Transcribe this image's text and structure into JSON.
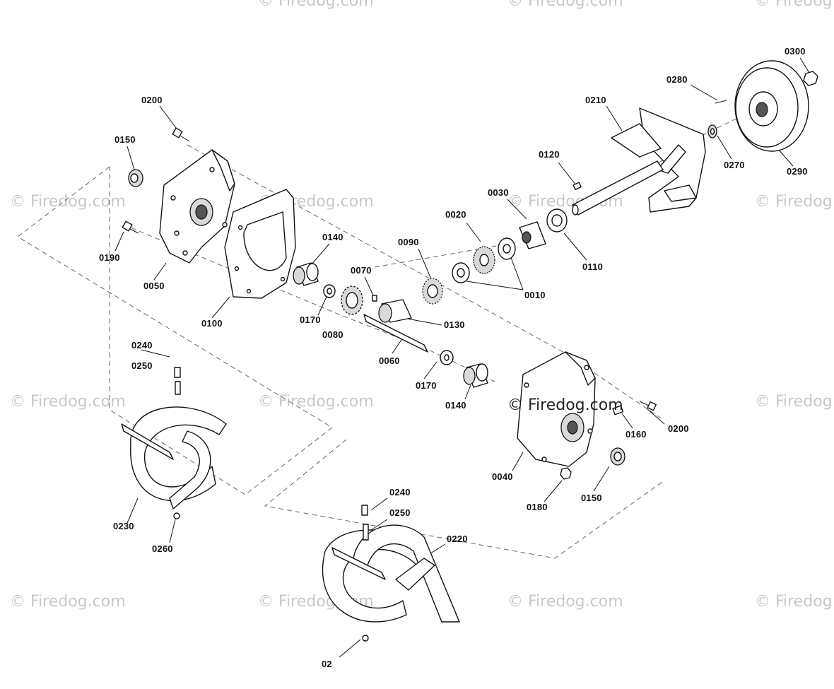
{
  "watermark": {
    "text": "© Firedog.com",
    "color": "#c8c8c8",
    "center_text": "© Firedog.com"
  },
  "labels": [
    {
      "id": "0300",
      "text": "0300"
    },
    {
      "id": "0280",
      "text": "0280"
    },
    {
      "id": "0210",
      "text": "0210"
    },
    {
      "id": "0200-top",
      "text": "0200"
    },
    {
      "id": "0150-top",
      "text": "0150"
    },
    {
      "id": "0120",
      "text": "0120"
    },
    {
      "id": "0270",
      "text": "0270"
    },
    {
      "id": "0290",
      "text": "0290"
    },
    {
      "id": "0030",
      "text": "0030"
    },
    {
      "id": "0020",
      "text": "0020"
    },
    {
      "id": "0140-top",
      "text": "0140"
    },
    {
      "id": "0090",
      "text": "0090"
    },
    {
      "id": "0190",
      "text": "0190"
    },
    {
      "id": "0110",
      "text": "0110"
    },
    {
      "id": "0070",
      "text": "0070"
    },
    {
      "id": "0050",
      "text": "0050"
    },
    {
      "id": "0010",
      "text": "0010"
    },
    {
      "id": "0100",
      "text": "0100"
    },
    {
      "id": "0170-top",
      "text": "0170"
    },
    {
      "id": "0130",
      "text": "0130"
    },
    {
      "id": "0080",
      "text": "0080"
    },
    {
      "id": "0240-left",
      "text": "0240"
    },
    {
      "id": "0060",
      "text": "0060"
    },
    {
      "id": "0250-left",
      "text": "0250"
    },
    {
      "id": "0170-bottom",
      "text": "0170"
    },
    {
      "id": "0140-bottom",
      "text": "0140"
    },
    {
      "id": "0160",
      "text": "0160"
    },
    {
      "id": "0200-bottom",
      "text": "0200"
    },
    {
      "id": "0040",
      "text": "0040"
    },
    {
      "id": "0150-bottom",
      "text": "0150"
    },
    {
      "id": "0180",
      "text": "0180"
    },
    {
      "id": "0240-bottom",
      "text": "0240"
    },
    {
      "id": "0250-bottom",
      "text": "0250"
    },
    {
      "id": "0230",
      "text": "0230"
    },
    {
      "id": "0220",
      "text": "0220"
    },
    {
      "id": "0260",
      "text": "0260"
    },
    {
      "id": "0260-bottom",
      "text": "02"
    }
  ]
}
